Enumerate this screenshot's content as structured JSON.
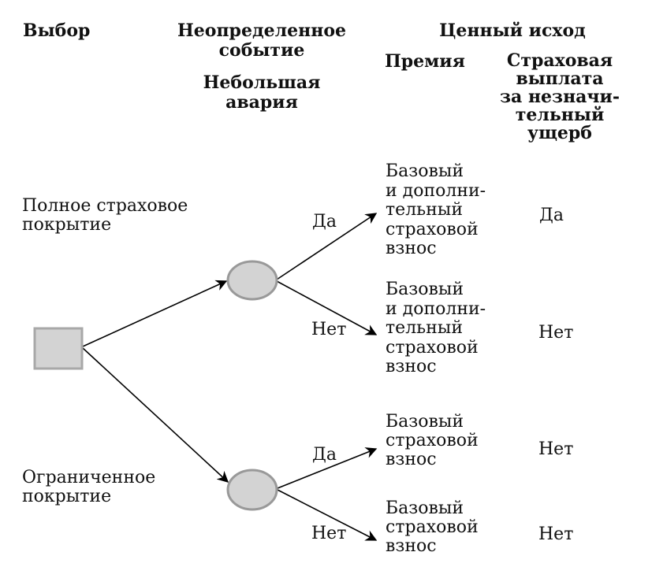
{
  "headers": {
    "choice": "Выбор",
    "uncertain_event": "Неопределенное\nсобытие",
    "event_name": "Небольшая\nавария",
    "valued_outcome": "Ценный исход",
    "premium": "Премия",
    "payout": "Страховая\nвыплата\nза незначи-\nтельный\nущерб"
  },
  "choices": {
    "full": "Полное страховое\nпокрытие",
    "limited": "Ограниченное\nпокрытие"
  },
  "branches": {
    "full_yes": "Да",
    "full_no": "Нет",
    "limited_yes": "Да",
    "limited_no": "Нет"
  },
  "outcomes": [
    {
      "premium": "Базовый\nи дополни-\nтельный\nстраховой\nвзнос",
      "payout": "Да"
    },
    {
      "premium": "Базовый\nи дополни-\nтельный\nстраховой\nвзнос",
      "payout": "Нет"
    },
    {
      "premium": "Базовый\nстраховой\nвзнос",
      "payout": "Нет"
    },
    {
      "premium": "Базовый\nстраховой\nвзнос",
      "payout": "Нет"
    }
  ],
  "colors": {
    "node_fill": "#d3d3d3",
    "node_stroke": "#999999",
    "line": "#000000"
  }
}
